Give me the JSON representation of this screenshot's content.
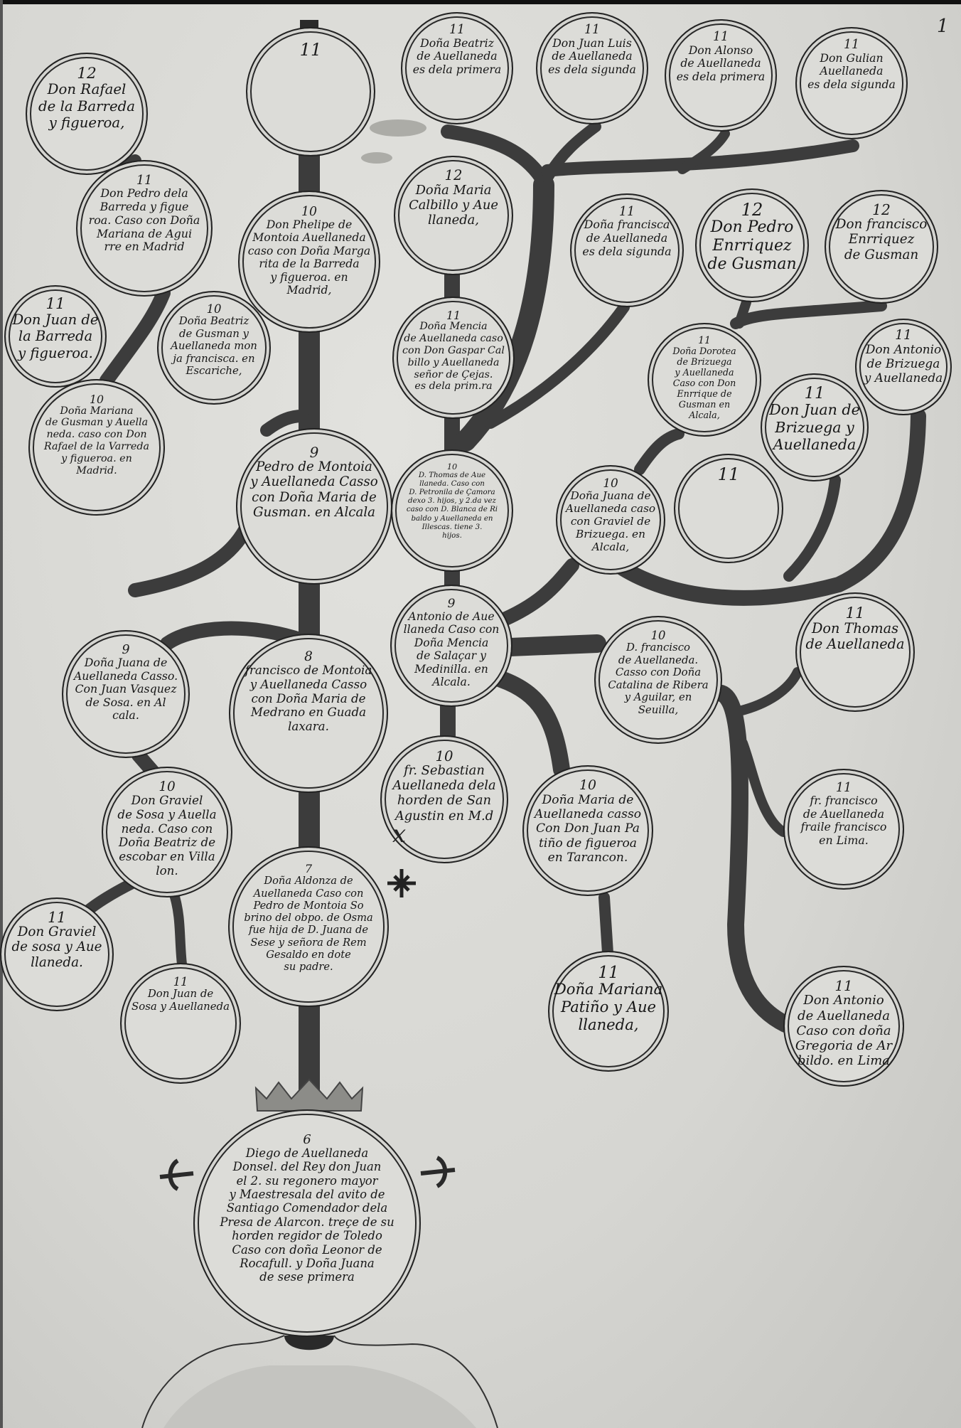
{
  "page_number": "1",
  "colors": {
    "paper": "#d8d8d4",
    "ink": "#1a1a1a",
    "branch": "#3c3c3c"
  },
  "people": [
    {
      "gen": "12",
      "lines": [
        "Don Rafael",
        "de la Barreda",
        "y figueroa,"
      ]
    },
    {
      "gen": "11",
      "lines": []
    },
    {
      "gen": "11",
      "lines": [
        "Doña Beatriz",
        "de Auellaneda",
        "es dela primera"
      ]
    },
    {
      "gen": "11",
      "lines": [
        "Don Juan Luis",
        "de Auellaneda",
        "es dela sigunda"
      ]
    },
    {
      "gen": "11",
      "lines": [
        "Don Alonso",
        "de Auellaneda",
        "es dela primera"
      ]
    },
    {
      "gen": "11",
      "lines": [
        "Don Gulian",
        "Auellaneda",
        "es dela sigunda"
      ]
    },
    {
      "gen": "12",
      "lines": [
        "Doña Maria",
        "Calbillo y Aue",
        "llaneda,"
      ]
    },
    {
      "gen": "11",
      "lines": [
        "Doña Mencia",
        "de Auellaneda caso",
        "con Don Gaspar Cal",
        "billo y Auellaneda",
        "señor de Çejas.",
        "es dela prim.ra"
      ]
    },
    {
      "gen": "11",
      "lines": [
        "Doña francisca",
        "de Auellaneda",
        "es dela sigunda"
      ]
    },
    {
      "gen": "12",
      "lines": [
        "Don Pedro",
        "Enrriquez",
        "de Gusman"
      ]
    },
    {
      "gen": "12",
      "lines": [
        "Don francisco",
        "Enrriquez",
        "de Gusman"
      ]
    },
    {
      "gen": "11",
      "lines": [
        "Doña Dorotea",
        "de Brizuega",
        "y Auellaneda",
        "Caso con Don",
        "Enrrique de",
        "Gusman en",
        "Alcala,"
      ]
    },
    {
      "gen": "11",
      "lines": [
        "Don Antonio",
        "de Brizuega",
        "y Auellaneda"
      ]
    },
    {
      "gen": "11",
      "lines": [
        "Don Juan de",
        "Brizuega y",
        "Auellaneda"
      ]
    },
    {
      "gen": "11",
      "lines": []
    },
    {
      "gen": "10",
      "lines": [
        "Doña Juana de",
        "Auellaneda caso",
        "con Graviel de",
        "Brizuega. en",
        "Alcala,"
      ]
    },
    {
      "gen": "10",
      "lines": [
        "D. Thomas de Aue",
        "llaneda. Caso con",
        "D. Petronila de Çamora",
        "dexo 3. hijos, y 2.da vez",
        "caso con D. Blanca de Ri",
        "baldo y Auellaneda en",
        "Illescas. tiene 3.",
        "hijos."
      ]
    },
    {
      "gen": "11",
      "lines": [
        "Don Pedro dela",
        "Barreda y figue",
        "roa. Caso con Doña",
        "Mariana de Agui",
        "rre en Madrid"
      ]
    },
    {
      "gen": "10",
      "lines": [
        "Don Phelipe de",
        "Montoia Auellaneda",
        "caso con Doña Marga",
        "rita de la Barreda",
        "y figueroa. en",
        "Madrid,"
      ]
    },
    {
      "gen": "11",
      "lines": [
        "Don Juan de",
        "la Barreda",
        "y figueroa."
      ]
    },
    {
      "gen": "10",
      "lines": [
        "Doña Beatriz",
        "de Gusman y",
        "Auellaneda mon",
        "ja francisca. en",
        "Escariche,"
      ]
    },
    {
      "gen": "10",
      "lines": [
        "Doña Mariana",
        "de Gusman y Auella",
        "neda. caso con Don",
        "Rafael de la Varreda",
        "y figueroa. en",
        "Madrid."
      ]
    },
    {
      "gen": "9",
      "lines": [
        "Pedro de Montoia",
        "y Auellaneda Casso",
        "con Doña Maria de",
        "Gusman. en Alcala"
      ]
    },
    {
      "gen": "9",
      "lines": [
        "Antonio de Aue",
        "llaneda Caso con",
        "Doña Mencia",
        "de Salaçar y",
        "Medinilla. en",
        "Alcala."
      ]
    },
    {
      "gen": "8",
      "lines": [
        "francisco de Montoia",
        "y Auellaneda Casso",
        "con Doña Maria de",
        "Medrano en Guada",
        "laxara."
      ]
    },
    {
      "gen": "9",
      "lines": [
        "Doña Juana de",
        "Auellaneda Casso.",
        "Con Juan Vasquez",
        "de Sosa. en Al",
        "cala."
      ]
    },
    {
      "gen": "10",
      "lines": [
        "fr. Sebastian",
        "Auellaneda dela",
        "horden de San",
        "Agustin en M.d"
      ]
    },
    {
      "gen": "10",
      "lines": [
        "Don Graviel",
        "de Sosa y Auella",
        "neda. Caso con",
        "Doña Beatriz de",
        "escobar en Villa",
        "lon."
      ]
    },
    {
      "gen": "11",
      "lines": [
        "Don Graviel",
        "de sosa y Aue",
        "llaneda."
      ]
    },
    {
      "gen": "11",
      "lines": [
        "Don Juan de",
        "Sosa y Auellaneda"
      ]
    },
    {
      "gen": "7",
      "lines": [
        "Doña Aldonza de",
        "Auellaneda Caso con",
        "Pedro de Montoia So",
        "brino del obpo. de Osma",
        "fue hija de D. Juana de",
        "Sese y señora de Rem",
        "Gesaldo en dote",
        "su padre."
      ]
    },
    {
      "gen": "6",
      "lines": [
        "Diego de Auellaneda",
        "Donsel. del Rey don Juan",
        "el 2. su regonero mayor",
        "y Maestresala del avito de",
        "Santiago Comendador dela",
        "Presa de Alarcon. treçe de su",
        "horden regidor de Toledo",
        "Caso con doña Leonor de",
        "Rocafull. y Doña Juana",
        "de sese primera"
      ]
    },
    {
      "gen": "10",
      "lines": [
        "D. francisco",
        "de Auellaneda.",
        "Casso con Doña",
        "Catalina de Ribera",
        "y Aguilar, en",
        "Seuilla,"
      ]
    },
    {
      "gen": "10",
      "lines": [
        "Doña Maria de",
        "Auellaneda casso",
        "Con Don Juan Pa",
        "tiño de figueroa",
        "en Tarancon."
      ]
    },
    {
      "gen": "11",
      "lines": [
        "Doña Mariana",
        "Patiño y Aue",
        "llaneda,"
      ]
    },
    {
      "gen": "11",
      "lines": [
        "Don Thomas",
        "de Auellaneda"
      ]
    },
    {
      "gen": "11",
      "lines": [
        "fr. francisco",
        "de Auellaneda",
        "fraile francisco",
        "en Lima."
      ]
    },
    {
      "gen": "11",
      "lines": [
        "Don Antonio",
        "de Auellaneda",
        "Caso con doña",
        "Gregoria de Ar",
        "bildo. en Lima"
      ]
    }
  ]
}
